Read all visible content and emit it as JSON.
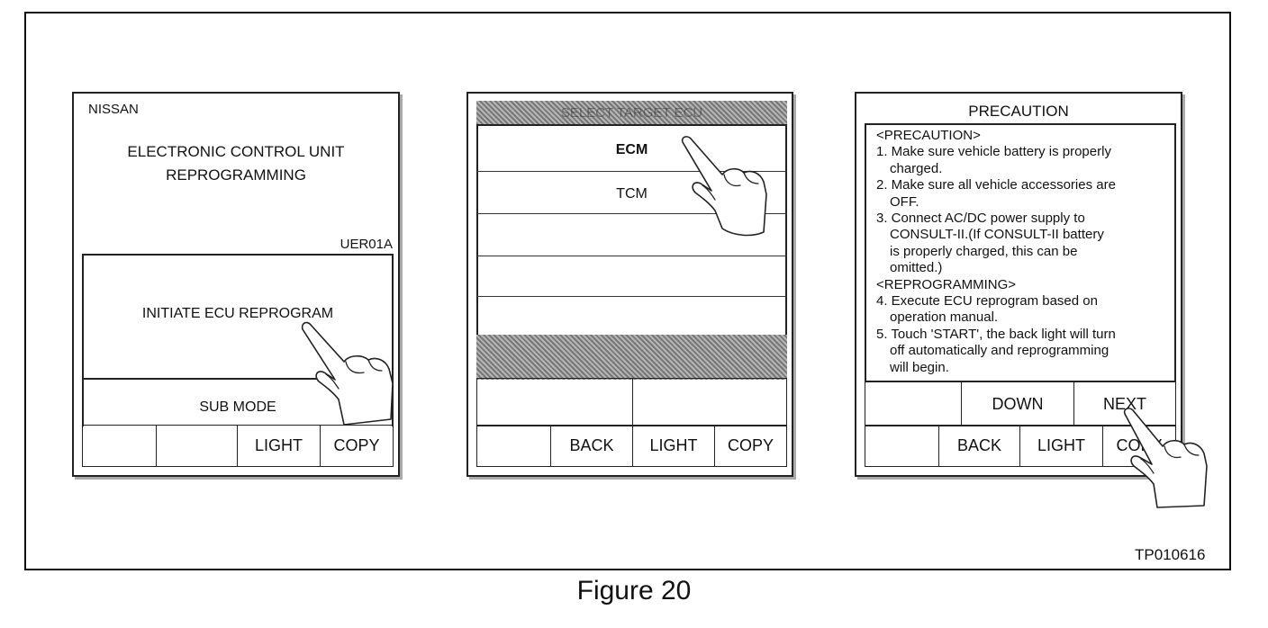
{
  "figure": {
    "caption": "Figure 20",
    "code": "TP010616"
  },
  "screen1": {
    "brand": "NISSAN",
    "title_line1": "ELECTRONIC CONTROL UNIT",
    "title_line2": "REPROGRAMMING",
    "code": "UER01A",
    "initiate_label": "INITIATE ECU REPROGRAM",
    "sub_mode_label": "SUB MODE",
    "buttons": [
      "",
      "",
      "LIGHT",
      "COPY"
    ]
  },
  "screen2": {
    "header": "SELECT TARGET ECU",
    "items": [
      "ECM",
      "TCM",
      "",
      "",
      ""
    ],
    "buttons": [
      "",
      "BACK",
      "LIGHT",
      "COPY"
    ]
  },
  "screen3": {
    "header": "PRECAUTION",
    "precaution_lines": [
      "<PRECAUTION>",
      "1. Make sure vehicle battery is properly",
      "charged.",
      "2. Make sure all vehicle accessories are",
      "OFF.",
      "3. Connect AC/DC power supply to",
      "CONSULT-II.(If CONSULT-II battery",
      "is properly charged, this can be",
      "omitted.)",
      "<REPROGRAMMING>",
      "4. Execute ECU reprogram based on",
      "operation manual.",
      "5. Touch 'START', the back light will turn",
      "off automatically and reprogramming",
      "will begin."
    ],
    "upper_buttons": [
      "",
      "DOWN",
      "NEXT"
    ],
    "buttons": [
      "",
      "BACK",
      "LIGHT",
      "COPY"
    ]
  }
}
